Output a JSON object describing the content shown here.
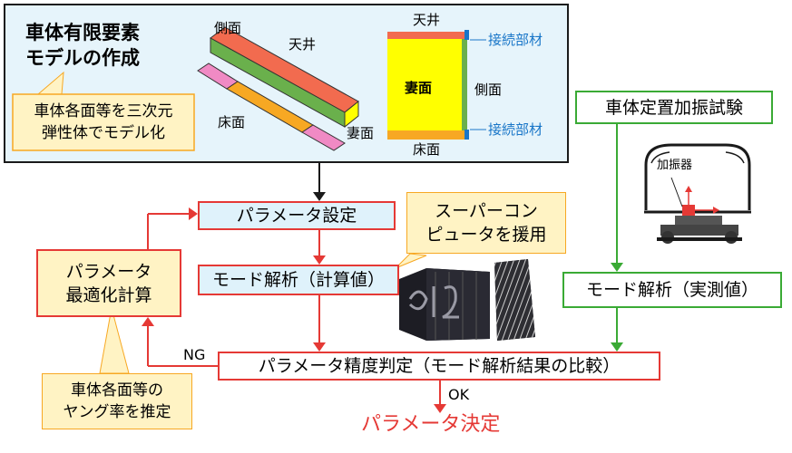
{
  "top_panel": {
    "title_line1": "車体有限要素",
    "title_line2": "モデルの作成",
    "callout_line1": "車体各面等を三次元",
    "callout_line2": "弾性体でモデル化",
    "model_3d": {
      "side_label": "側面",
      "roof_label": "天井",
      "floor_label": "床面",
      "end_label": "妻面"
    },
    "section_view": {
      "roof_label": "天井",
      "end_label": "妻面",
      "side_label": "側面",
      "floor_label": "床面",
      "joint_top_label": "接続部材",
      "joint_bottom_label": "接続部材"
    }
  },
  "flow": {
    "param_setting": "パラメータ設定",
    "modal_calc": "モード解析（計算値）",
    "judge": "パラメータ精度判定（モード解析結果の比較）",
    "optimize_line1": "パラメータ",
    "optimize_line2": "最適化計算",
    "ng_label": "NG",
    "ok_label": "OK",
    "final": "パラメータ決定",
    "supercomputer_note_line1": "スーパーコン",
    "supercomputer_note_line2": "ピュータを援用",
    "young_note_line1": "車体各面等の",
    "young_note_line2": "ヤング率を推定"
  },
  "experiment": {
    "title": "車体定置加振試験",
    "shaker_label": "加振器",
    "modal_measured": "モード解析（実測値）"
  },
  "colors": {
    "red": "#e53935",
    "green": "#3aaa35",
    "blue": "#1976c8",
    "roof_orange": "#f26b4f",
    "side_green": "#6ab04c",
    "floor_orange": "#f7a823",
    "pink": "#f08ac4",
    "end_yellow": "#ffff00"
  }
}
